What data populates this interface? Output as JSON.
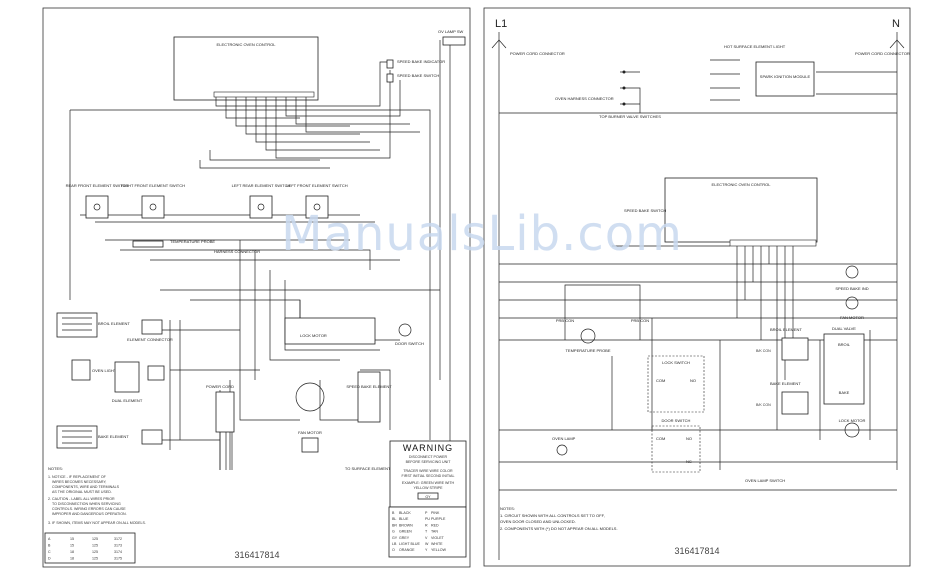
{
  "left_panel": {
    "title": "ELECTRONIC OVEN CONTROL",
    "part_number": "316417814",
    "labels": {
      "speed_bake_indicator": "SPEED BAKE INDICATOR",
      "speed_bake_switch": "SPEED BAKE SWITCH",
      "oven_lamp": "OV LAMP SW",
      "rear_front": "REAR FRONT ELEMENT SWITCH",
      "right_front": "RIGHT FRONT ELEMENT SWITCH",
      "left_rear": "LEFT REAR ELEMENT SWITCH",
      "left_front": "LEFT FRONT ELEMENT SWITCH",
      "temp_probe": "TEMPERATURE PROBE",
      "broil_element": "BROIL ELEMENT",
      "bake_element": "BAKE ELEMENT",
      "oven_light": "OVEN LIGHT",
      "dual_element": "DUAL ELEMENT",
      "lock_motor": "LOCK MOTOR",
      "door_switch": "DOOR SWITCH",
      "fan_motor": "FAN MOTOR",
      "power_cord": "POWER CORD",
      "harness_connector": "HARNESS CONNECTOR",
      "element_connector": "ELEMENT CONNECTOR",
      "surface_elements": "TO SURFACE ELEMENTS",
      "speed_bake_element": "SPEED BAKE ELEMENT"
    },
    "warning": {
      "title": "WARNING",
      "lines": [
        "DISCONNECT POWER",
        "BEFORE SERVICING UNIT",
        "",
        "TRACER WIRE  WIRE COLOR",
        "FIRST INITIAL SECOND INITIAL",
        "EXAMPLE: GREEN WIRE WITH",
        "YELLOW STRIPE"
      ],
      "example_code": "GY"
    },
    "color_codes": [
      [
        "B",
        "BLACK",
        "P",
        "PINK"
      ],
      [
        "BL",
        "BLUE",
        "PU",
        "PURPLE"
      ],
      [
        "BR",
        "BROWN",
        "R",
        "RED"
      ],
      [
        "G",
        "GREEN",
        "T",
        "TAN"
      ],
      [
        "GY",
        "GREY",
        "V",
        "VIOLET"
      ],
      [
        "LB",
        "LIGHT BLUE",
        "W",
        "WHITE"
      ],
      [
        "O",
        "ORANGE",
        "Y",
        "YELLOW"
      ]
    ],
    "notes_title": "NOTES:",
    "notes": [
      "1. NOTICE - IF REPLACEMENT OF WIRES BECOMES NECESSARY, COMPONENTS, WIRE AND TERMINALS MAKING THE SAME CHARACTERISTICS AS THE ORIGINAL MUST BE USED.",
      "2. CAUTION - LABEL ALL WIRES PRIOR TO DISCONNECTION WHEN SERVICING CONTROLS. WIRING ERRORS CAN CAUSE IMPROPER AND DANGEROUS OPERATION. VERIFY PROPER OPERATION AFTER SERVICING.",
      "3. IF SHOWN, ITEMS MAY NOT APPEAR ON ALL MODELS."
    ],
    "wire_table": [
      [
        "A",
        "15",
        "125",
        "3172"
      ],
      [
        "B",
        "15",
        "125",
        "3173"
      ],
      [
        "C",
        "18",
        "125",
        "3174"
      ],
      [
        "D",
        "18",
        "125",
        "3175"
      ]
    ]
  },
  "right_panel": {
    "l1": "L1",
    "n": "N",
    "part_number": "316417814",
    "labels": {
      "power_cord_left": "POWER CORD CONNECTOR",
      "power_cord_right": "POWER CORD CONNECTOR",
      "hot_surface": "HOT SURFACE ELEMENT LIGHT",
      "spark_ignition": "SPARK IGNITION MODULE",
      "surface_switches": "TOP BURNER VALVE SWITCHES",
      "bake_harness": "OVEN HARNESS CONNECTOR",
      "electronic_control": "ELECTRONIC OVEN CONTROL",
      "speed_bake_switch": "SPEED BAKE SWITCH",
      "speed_bake_ind": "SPEED BAKE IND",
      "fan_motor": "FAN MOTOR",
      "temp_probe": "TEMPERATURE PROBE",
      "probe_con_a": "PRB CON",
      "probe_con_b": "PRB CON",
      "lock_switch": "LOCK SWITCH",
      "com": "COM",
      "no": "NO",
      "nc": "NC",
      "door_switch": "DOOR SWITCH",
      "oven_lamp": "OVEN LAMP",
      "oven_lamp_switch": "OVEN LAMP SWITCH",
      "broil_element": "BROIL ELEMENT",
      "bake_element": "BAKE ELEMENT",
      "dual_valve": "DUAL VALVE",
      "broil": "BROIL",
      "bake": "BAKE",
      "lock_motor": "LOCK MOTOR",
      "bk_con": "B/K CON"
    },
    "notes_title": "NOTES:",
    "notes": [
      "1. CIRCUIT SHOWN WITH ALL CONTROLS SET TO OFF,",
      "   OVEN DOOR CLOSED AND UNLOCKED.",
      "2. COMPONENTS WITH (*) DO NOT APPEAR ON ALL MODELS."
    ]
  },
  "watermark": "ManualsLib.com"
}
